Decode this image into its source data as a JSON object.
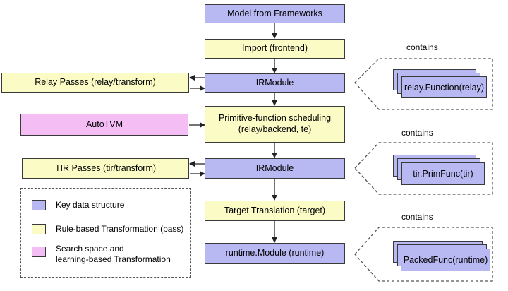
{
  "nodes": {
    "model_from_frameworks": "Model from Frameworks",
    "import_frontend": "Import (frontend)",
    "irmodule_1": "IRModule",
    "primitive_scheduling_line1": "Primitive-function scheduling",
    "primitive_scheduling_line2": "(relay/backend, te)",
    "irmodule_2": "IRModule",
    "target_translation": "Target Translation (target)",
    "runtime_module": "runtime.Module (runtime)",
    "relay_passes": "Relay Passes (relay/transform)",
    "autotvm": "AutoTVM",
    "tir_passes": "TIR Passes (tir/transform)"
  },
  "contains": {
    "label": "contains",
    "items": [
      "relay.Function(relay)",
      "tir.PrimFunc(tir)",
      "PackedFunc(runtime)"
    ]
  },
  "legend": {
    "key_data_structure": "Key data structure",
    "rule_based": "Rule-based Transformation (pass)",
    "search_space_line1": "Search space and",
    "search_space_line2": "learning-based Transformation"
  },
  "colors": {
    "data_structure": "#b8b8f2",
    "rule_based": "#fbfbc6",
    "search_space": "#f4bdf4"
  }
}
